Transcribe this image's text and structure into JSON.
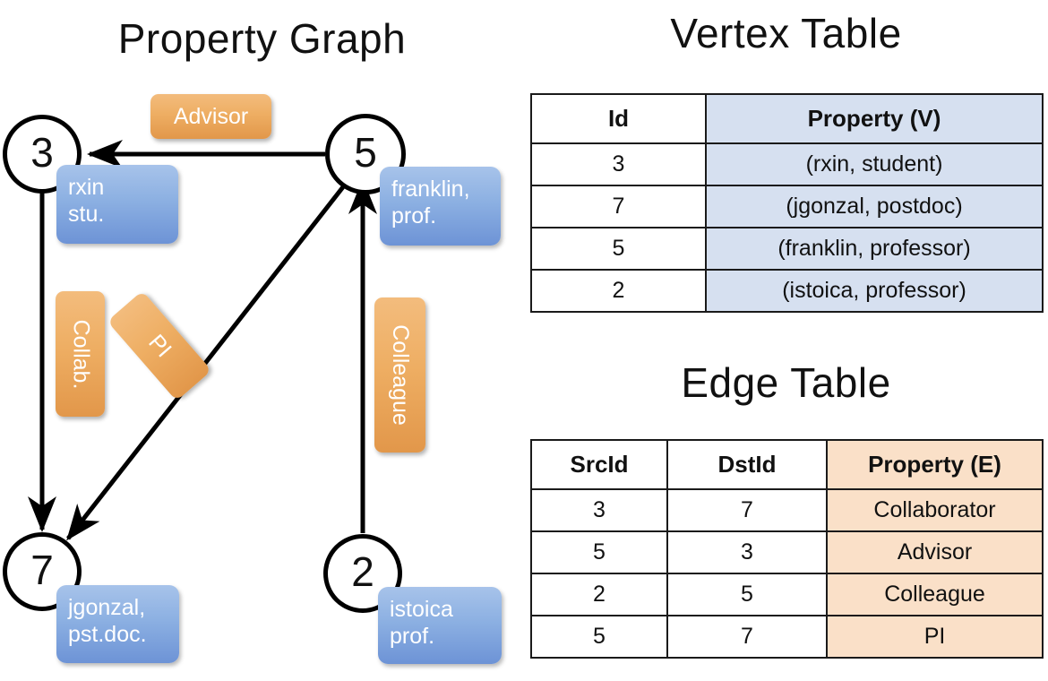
{
  "titles": {
    "property_graph": "Property Graph",
    "vertex_table": "Vertex Table",
    "edge_table": "Edge Table"
  },
  "graph": {
    "nodes": [
      {
        "id": "3",
        "property": "rxin\nstu.",
        "prop_line1": "rxin",
        "prop_line2": "stu."
      },
      {
        "id": "5",
        "property": "franklin,\nprof.",
        "prop_line1": "franklin,",
        "prop_line2": "prof."
      },
      {
        "id": "7",
        "property": "jgonzal,\npst.doc.",
        "prop_line1": "jgonzal,",
        "prop_line2": "pst.doc."
      },
      {
        "id": "2",
        "property": "istoica\nprof.",
        "prop_line1": "istoica",
        "prop_line2": "prof."
      }
    ],
    "edges": [
      {
        "src": "5",
        "dst": "3",
        "label": "Advisor"
      },
      {
        "src": "3",
        "dst": "7",
        "label": "Collab."
      },
      {
        "src": "5",
        "dst": "7",
        "label": "PI"
      },
      {
        "src": "2",
        "dst": "5",
        "label": "Colleague"
      }
    ]
  },
  "vertex_table": {
    "headers": [
      "Id",
      "Property (V)"
    ],
    "rows": [
      {
        "id": "3",
        "property": "(rxin, student)"
      },
      {
        "id": "7",
        "property": "(jgonzal, postdoc)"
      },
      {
        "id": "5",
        "property": "(franklin, professor)"
      },
      {
        "id": "2",
        "property": "(istoica, professor)"
      }
    ]
  },
  "edge_table": {
    "headers": [
      "SrcId",
      "DstId",
      "Property (E)"
    ],
    "rows": [
      {
        "src": "3",
        "dst": "7",
        "property": "Collaborator"
      },
      {
        "src": "5",
        "dst": "3",
        "property": "Advisor"
      },
      {
        "src": "2",
        "dst": "5",
        "property": "Colleague"
      },
      {
        "src": "5",
        "dst": "7",
        "property": "PI"
      }
    ]
  },
  "colors": {
    "vertex_property_fill": "#d6e0f0",
    "edge_property_fill": "#fae0c8",
    "node_property_box": "#8cb0e2",
    "edge_label_box": "#eeae63",
    "stroke": "#000000",
    "background": "#ffffff"
  }
}
